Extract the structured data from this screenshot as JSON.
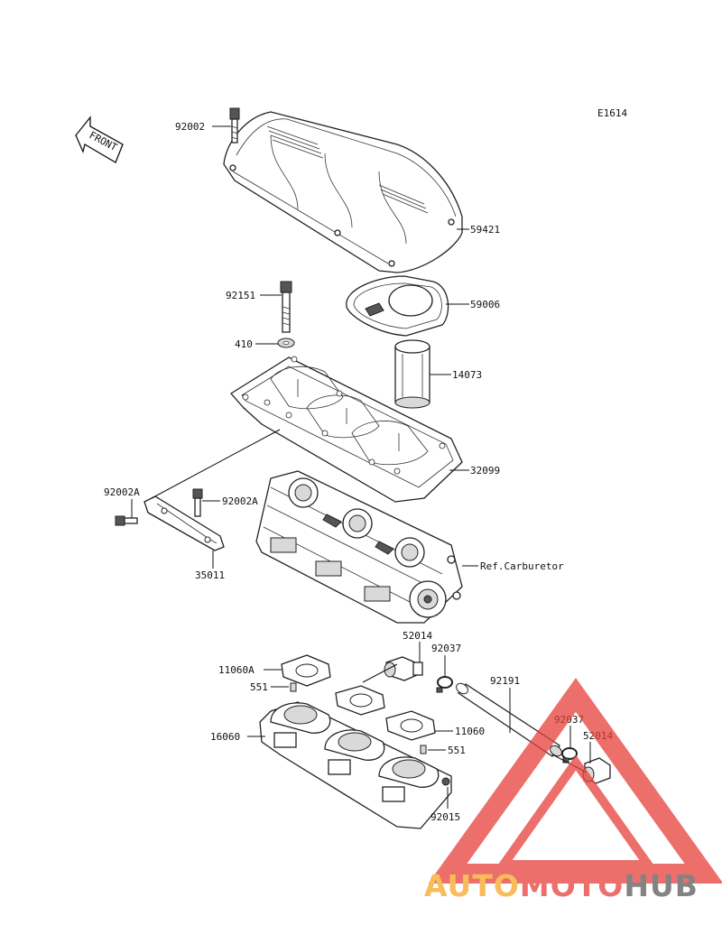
{
  "diagram_code": "E1614",
  "front_arrow_text": "FRONT",
  "labels": {
    "p92002": "92002",
    "p59421": "59421",
    "p92151": "92151",
    "p59006": "59006",
    "p410": "410",
    "p14073": "14073",
    "p32099": "32099",
    "p92002a_left": "92002A",
    "p92002a_right": "92002A",
    "p35011": "35011",
    "ref_carburetor": "Ref.Carburetor",
    "p52014_top": "52014",
    "p92037_top": "92037",
    "p11060a": "11060A",
    "p551_left": "551",
    "p92191": "92191",
    "p92037_right": "92037",
    "p52014_right": "52014",
    "p16060": "16060",
    "p11060": "11060",
    "p551_right": "551",
    "p92015": "92015"
  },
  "watermark": {
    "part1": "AUTO",
    "part2": "MOTO",
    "part3": "HUB",
    "color1": "#f6a623",
    "color2": "#e8403a",
    "color3": "#5a5a5a",
    "triangle_color": "#e8403a"
  }
}
